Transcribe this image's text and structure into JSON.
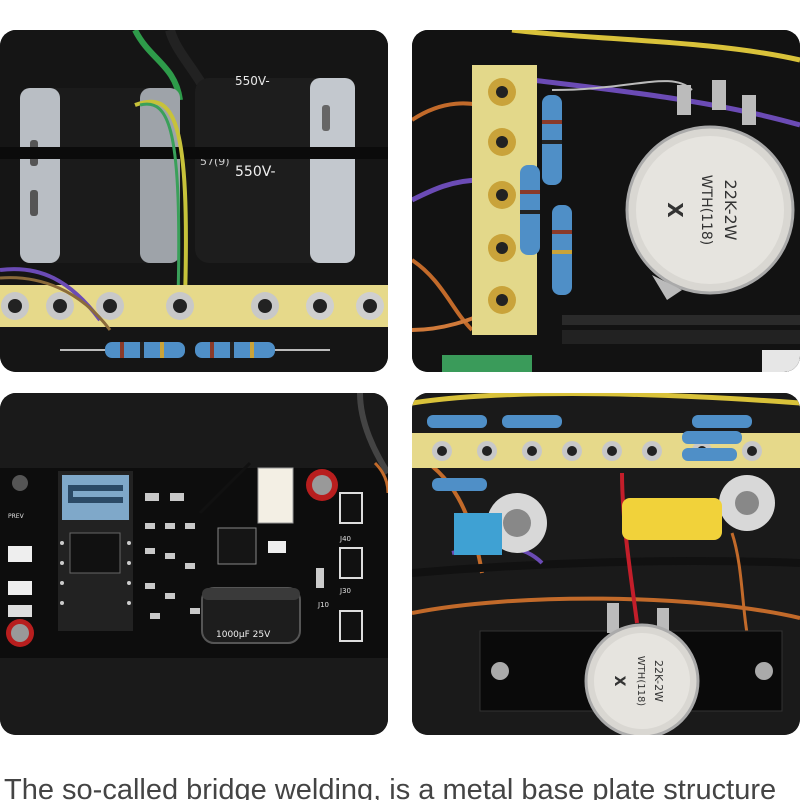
{
  "panels": {
    "capacitors": {
      "cap_label_top": "550V-",
      "cap_label_side": "550V-",
      "cap_label_model": "57(9)",
      "colors": {
        "cap_body": "#1b1b1b",
        "sleeve": "#b9bec4",
        "terminal_strip": "#e6d98a",
        "resistor": "#4f8fc7"
      }
    },
    "potentiometer_top": {
      "pot_label_line1": "22K-2W",
      "pot_label_line2": "WTH(118)",
      "pot_logo": "X",
      "colors": {
        "pot": "#d9d7d2",
        "board": "#e3d88a"
      }
    },
    "bluetooth_board": {
      "labels": {
        "prev": "PREV",
        "j40": "J40",
        "j30": "J30",
        "j10": "J10",
        "cap_value": "1000μF 25V"
      },
      "colors": {
        "pcb": "#0d0d0d",
        "module": "#7fa8c9"
      }
    },
    "potentiometer_bottom": {
      "pot_label_line1": "22K-2W",
      "pot_label_line2": "WTH(118)",
      "pot_logo": "X",
      "colors": {
        "capacitor": "#f1d23a",
        "cap_blue": "#3fa1d3"
      }
    }
  },
  "caption": "The so-called bridge welding, is a metal base plate structure"
}
